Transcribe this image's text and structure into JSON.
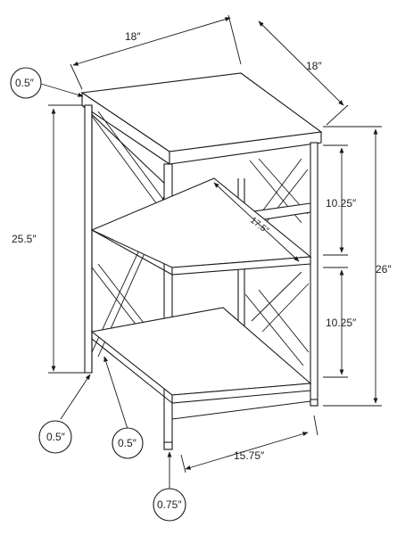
{
  "dimensions": {
    "top_width": "18″",
    "top_depth": "18″",
    "top_thickness": "0.5″",
    "leg_height": "25.5″",
    "total_height": "26″",
    "upper_gap": "10.25″",
    "lower_gap": "10.25″",
    "shelf_depth": "17.5″",
    "leg_width": "0.5″",
    "shelf_thickness": "0.5″",
    "foot_thickness": "0.75″",
    "bottom_width": "15.75″"
  }
}
